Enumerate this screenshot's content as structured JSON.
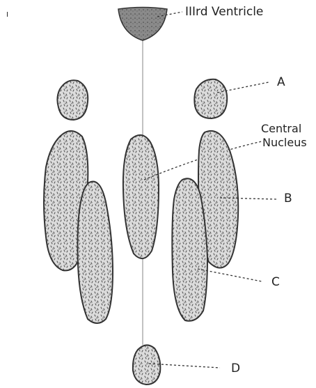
{
  "figure": {
    "corner_mark": "I",
    "labels": {
      "ventricle": "IIIrd Ventricle",
      "a": "A",
      "central_line1": "Central",
      "central_line2": "Nucleus",
      "b": "B",
      "c": "C",
      "d": "D"
    },
    "colors": {
      "outline": "#333333",
      "fill": "#dcdcdc",
      "stipple": "#555555",
      "ventricle_fill": "#8e8e8e"
    }
  }
}
